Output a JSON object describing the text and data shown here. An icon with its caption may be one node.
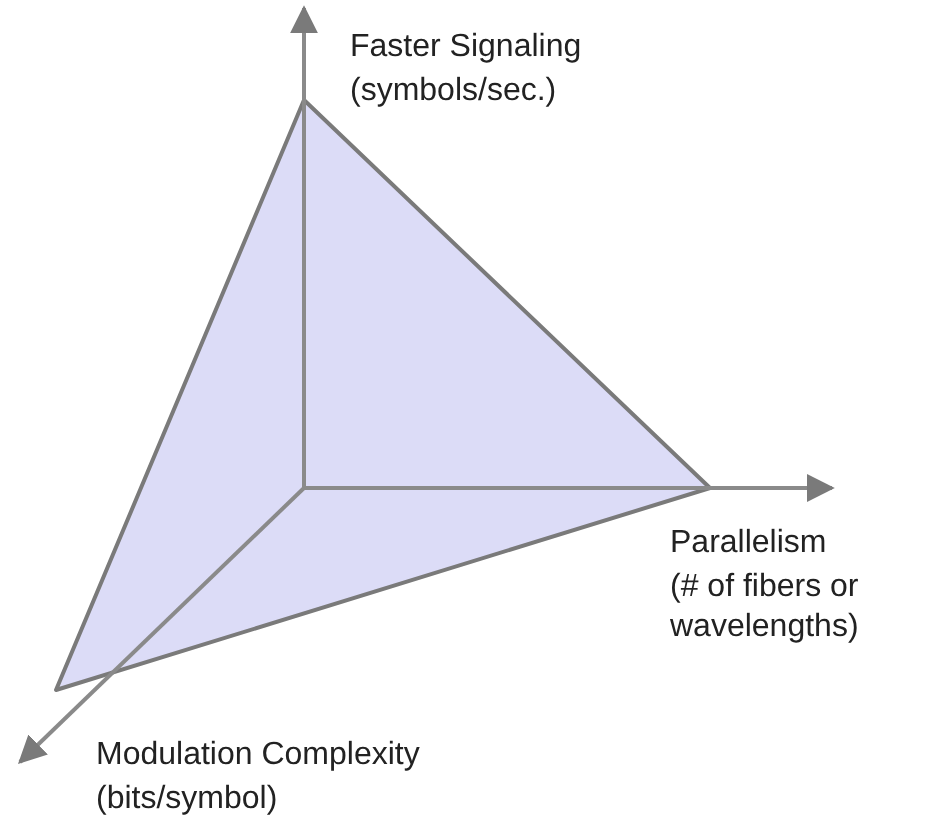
{
  "diagram": {
    "labels": [
      "Faster Signaling",
      "(symbols/sec.)",
      "Parallelism",
      "(# of fibers or wavelengths)",
      "Modulation Complexity",
      "(bits/symbol)"
    ]
  }
}
